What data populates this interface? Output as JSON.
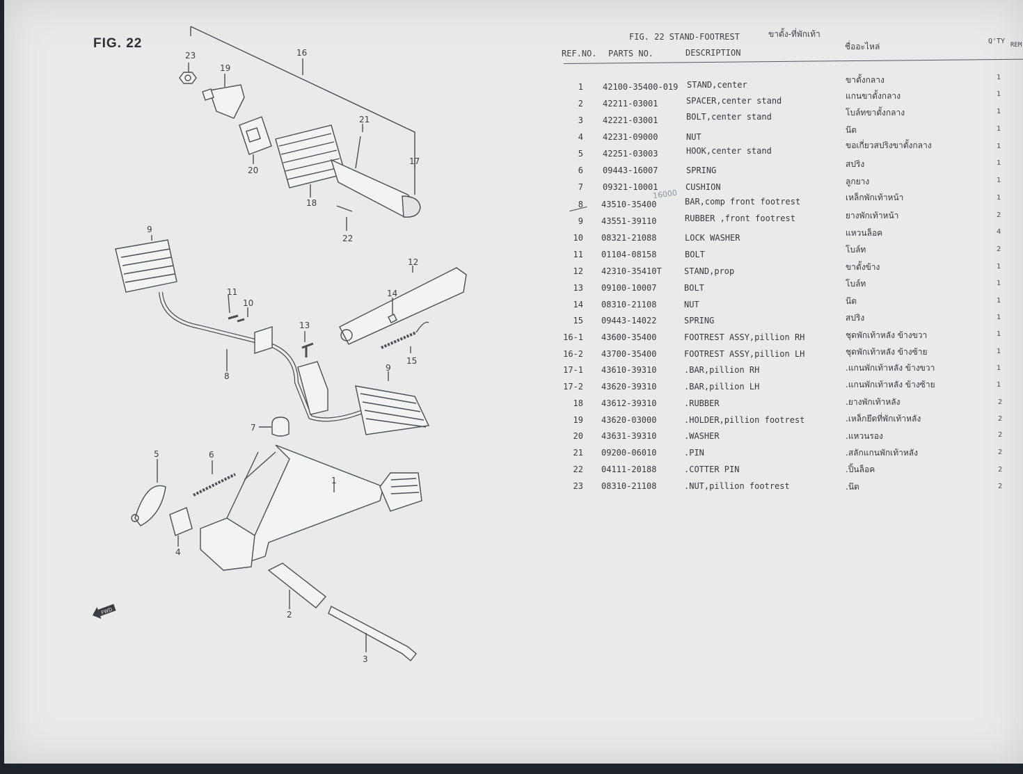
{
  "figure": {
    "label": "FIG. 22",
    "header_title": "FIG. 22   STAND-FOOTREST",
    "header_thai": "ขาตั้ง-ที่พักเท้า"
  },
  "columns": {
    "ref_no": "REF.NO.",
    "parts_no": "PARTS NO.",
    "description": "DESCRIPTION",
    "thai_name": "ชื่ออะไหล่",
    "qty": "Q'TY",
    "remarks": "REM"
  },
  "parts": [
    {
      "ref": "1",
      "part_no": "42100-35400-019",
      "description": "STAND,center",
      "thai": "ขาตั้งกลาง",
      "qty": "1"
    },
    {
      "ref": "2",
      "part_no": "42211-03001",
      "description": "SPACER,center stand",
      "thai": "แกนขาตั้งกลาง",
      "qty": "1"
    },
    {
      "ref": "3",
      "part_no": "42221-03001",
      "description": "BOLT,center stand",
      "thai": "โบล์ทขาตั้งกลาง",
      "qty": "1"
    },
    {
      "ref": "4",
      "part_no": "42231-09000",
      "description": "NUT",
      "thai": "น๊ต",
      "qty": "1"
    },
    {
      "ref": "5",
      "part_no": "42251-03003",
      "description": "HOOK,center stand",
      "thai": "ขอเกี่ยวสปริงขาตั้งกลาง",
      "qty": "1"
    },
    {
      "ref": "6",
      "part_no": "09443-16007",
      "description": "SPRING",
      "thai": "สปริง",
      "qty": "1"
    },
    {
      "ref": "7",
      "part_no": "09321-10001",
      "description": "CUSHION",
      "thai": "ลูกยาง",
      "qty": "1"
    },
    {
      "ref": "8",
      "part_no": "43510-35400",
      "description": "BAR,comp front footrest",
      "thai": "เหล็กพักเท้าหน้า",
      "qty": "1"
    },
    {
      "ref": "9",
      "part_no": "43551-39110",
      "description": "RUBBER ,front footrest",
      "thai": "ยางพักเท้าหน้า",
      "qty": "2"
    },
    {
      "ref": "10",
      "part_no": "08321-21088",
      "description": "LOCK WASHER",
      "thai": "แหวนล็อค",
      "qty": "4"
    },
    {
      "ref": "11",
      "part_no": "01104-08158",
      "description": "BOLT",
      "thai": "โบล์ท",
      "qty": "2"
    },
    {
      "ref": "12",
      "part_no": "42310-35410T",
      "description": "STAND,prop",
      "thai": "ขาตั้งข้าง",
      "qty": "1"
    },
    {
      "ref": "13",
      "part_no": "09100-10007",
      "description": "BOLT",
      "thai": "โบล์ท",
      "qty": "1"
    },
    {
      "ref": "14",
      "part_no": "08310-21108",
      "description": "NUT",
      "thai": "น๊ต",
      "qty": "1"
    },
    {
      "ref": "15",
      "part_no": "09443-14022",
      "description": "SPRING",
      "thai": "สปริง",
      "qty": "1"
    },
    {
      "ref": "16-1",
      "part_no": "43600-35400",
      "description": "FOOTREST ASSY,pillion RH",
      "thai": "ชุดพักเท้าหลัง ข้างขวา",
      "qty": "1"
    },
    {
      "ref": "16-2",
      "part_no": "43700-35400",
      "description": "FOOTREST ASSY,pillion LH",
      "thai": "ชุดพักเท้าหลัง ข้างซ้าย",
      "qty": "1"
    },
    {
      "ref": "17-1",
      "part_no": "43610-39310",
      "description": ".BAR,pillion RH",
      "thai": ".แกนพักเท้าหลัง ข้างขวา",
      "qty": "1"
    },
    {
      "ref": "17-2",
      "part_no": "43620-39310",
      "description": ".BAR,pillion LH",
      "thai": ".แกนพักเท้าหลัง ข้างซ้าย",
      "qty": "1"
    },
    {
      "ref": "18",
      "part_no": "43612-39310",
      "description": ".RUBBER",
      "thai": ".ยางพักเท้าหลัง",
      "qty": "2"
    },
    {
      "ref": "19",
      "part_no": "43620-03000",
      "description": ".HOLDER,pillion footrest",
      "thai": ".เหล็กยึดที่พักเท้าหลัง",
      "qty": "2"
    },
    {
      "ref": "20",
      "part_no": "43631-39310",
      "description": ".WASHER",
      "thai": ".แหวนรอง",
      "qty": "2"
    },
    {
      "ref": "21",
      "part_no": "09200-06010",
      "description": ".PIN",
      "thai": ".สลักแกนพักเท้าหลัง",
      "qty": "2"
    },
    {
      "ref": "22",
      "part_no": "04111-20188",
      "description": ".COTTER PIN",
      "thai": ".ปิ้นล็อค",
      "qty": "2"
    },
    {
      "ref": "23",
      "part_no": "08310-21108",
      "description": ".NUT,pillion footrest",
      "thai": ".น๊ต",
      "qty": "2"
    }
  ],
  "callouts": [
    "23",
    "19",
    "16",
    "21",
    "17",
    "20",
    "18",
    "22",
    "9",
    "12",
    "14",
    "11",
    "10",
    "13",
    "15",
    "8",
    "9",
    "7",
    "5",
    "6",
    "1",
    "4",
    "2",
    "3"
  ],
  "handwritten": {
    "note_1": "019",
    "note_8": "16000"
  },
  "arrow_label": "FWD"
}
